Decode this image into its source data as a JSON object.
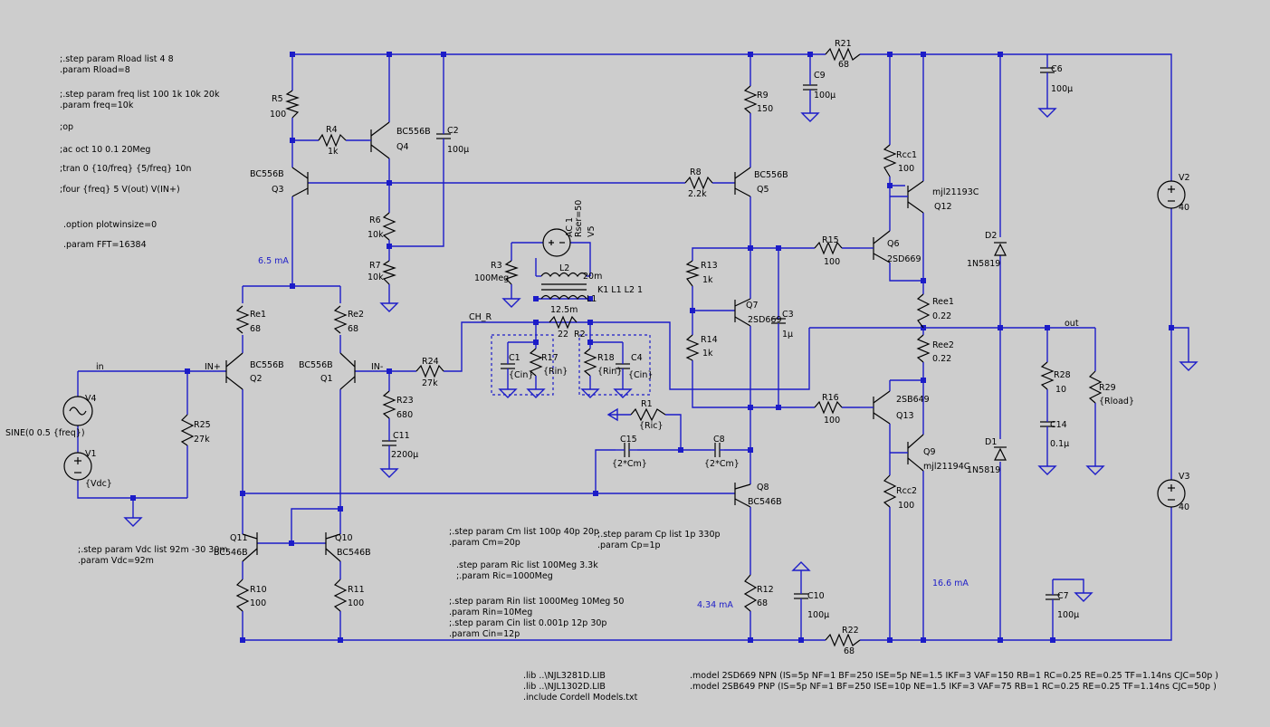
{
  "directives": {
    "step_rload": ";.step param Rload list 4 8",
    "param_rload": ".param Rload=8",
    "step_freq": ";.step param freq list 100 1k 10k 20k",
    "param_freq": ".param freq=10k",
    "op": ";op",
    "ac": ";ac oct 10 0.1 20Meg",
    "tran": ";tran 0 {10/freq} {5/freq} 10n",
    "four": ";four {freq} 5 V(out) V(IN+)",
    "option": ".option plotwinsize=0",
    "fft": ".param FFT=16384",
    "step_vdc": ";.step param Vdc list 92m -30 30m",
    "param_vdc": ".param Vdc=92m",
    "step_cm": ";.step param Cm list 100p 40p 20p",
    "param_cm": ".param Cm=20p",
    "step_cp": ";.step param Cp list 1p 330p",
    "param_cp": ".param Cp=1p",
    "step_ric": ".step param Ric list 100Meg 3.3k",
    "param_ric": ";.param Ric=1000Meg",
    "step_rin": ";.step param Rin list 1000Meg 10Meg 50",
    "param_rin": ".param Rin=10Meg",
    "step_cin": ";.step param Cin list 0.001p 12p 30p",
    "param_cin": ".param Cin=12p",
    "lib1": ".lib ..\\NJL3281D.LIB",
    "lib2": ".lib ..\\NJL1302D.LIB",
    "include": ".include Cordell Models.txt",
    "model_npn": ".model 2SD669 NPN (IS=5p NF=1 BF=250 ISE=5p NE=1.5 IKF=3 VAF=150 RB=1 RC=0.25 RE=0.25 TF=1.14ns CJC=50p )",
    "model_pnp": ".model 2SB649 PNP (IS=5p NF=1 BF=250 ISE=10p NE=1.5 IKF=3 VAF=75 RB=1 RC=0.25 RE=0.25 TF=1.14ns CJC=50p )",
    "kcoupling": "K1 L1 L2 1"
  },
  "currents": {
    "q3": "6.5 mA",
    "q8": "4.34 mA",
    "q9": "16.6 mA"
  },
  "nets": {
    "in": "in",
    "in_plus": "IN+",
    "in_minus": "IN-",
    "ch_r": "CH_R",
    "out": "out"
  },
  "components": {
    "R5": {
      "name": "R5",
      "value": "100"
    },
    "R4": {
      "name": "R4",
      "value": "1k"
    },
    "Q4": {
      "name": "Q4",
      "type": "BC556B"
    },
    "C2": {
      "name": "C2",
      "value": "100µ"
    },
    "Q3": {
      "name": "Q3",
      "type": "BC556B"
    },
    "R6": {
      "name": "R6",
      "value": "10k"
    },
    "R7": {
      "name": "R7",
      "value": "10k"
    },
    "R9": {
      "name": "R9",
      "value": "150"
    },
    "C9": {
      "name": "C9",
      "value": "100µ"
    },
    "R21": {
      "name": "R21",
      "value": "68"
    },
    "C6": {
      "name": "C6",
      "value": "100µ"
    },
    "R8": {
      "name": "R8",
      "value": "2.2k"
    },
    "Q5": {
      "name": "Q5",
      "type": "BC556B"
    },
    "Rcc1": {
      "name": "Rcc1",
      "value": "100"
    },
    "Q12": {
      "name": "Q12",
      "type": "mjl21193C"
    },
    "V2": {
      "name": "V2",
      "value": "40"
    },
    "V5": {
      "name": "V5",
      "value": "AC 1",
      "extra": "Rser=50"
    },
    "R3": {
      "name": "R3",
      "value": "100Meg"
    },
    "L2": {
      "name": "L2",
      "value": "20m"
    },
    "L1": {
      "name": "L1",
      "value": "12.5m"
    },
    "R2": {
      "name": "R2",
      "value": "22"
    },
    "C1": {
      "name": "C1",
      "value": "{Cin}"
    },
    "R17": {
      "name": "R17",
      "value": "{Rin}"
    },
    "R18": {
      "name": "R18",
      "value": "{Rin}"
    },
    "C4": {
      "name": "C4",
      "value": "{Cin}"
    },
    "R13": {
      "name": "R13",
      "value": "1k"
    },
    "R14": {
      "name": "R14",
      "value": "1k"
    },
    "Q7": {
      "name": "Q7",
      "type": "2SD669"
    },
    "C3": {
      "name": "C3",
      "value": "1µ"
    },
    "R15": {
      "name": "R15",
      "value": "100"
    },
    "Q6": {
      "name": "Q6",
      "type": "2SD669"
    },
    "Ree1": {
      "name": "Ree1",
      "value": "0.22"
    },
    "Ree2": {
      "name": "Ree2",
      "value": "0.22"
    },
    "D2": {
      "name": "D2",
      "value": "1N5819"
    },
    "D1": {
      "name": "D1",
      "value": "1N5819"
    },
    "R28": {
      "name": "R28",
      "value": "10"
    },
    "R29": {
      "name": "R29",
      "value": "{Rload}"
    },
    "C14": {
      "name": "C14",
      "value": "0.1µ"
    },
    "Re1": {
      "name": "Re1",
      "value": "68"
    },
    "Re2": {
      "name": "Re2",
      "value": "68"
    },
    "Q2": {
      "name": "Q2",
      "type": "BC556B"
    },
    "Q1": {
      "name": "Q1",
      "type": "BC556B"
    },
    "R24": {
      "name": "R24",
      "value": "27k"
    },
    "R23": {
      "name": "R23",
      "value": "680"
    },
    "C11": {
      "name": "C11",
      "value": "2200µ"
    },
    "V4": {
      "name": "V4",
      "value": "SINE(0 0.5 {freq})"
    },
    "V1": {
      "name": "V1",
      "value": "{Vdc}"
    },
    "R25": {
      "name": "R25",
      "value": "27k"
    },
    "R1": {
      "name": "R1",
      "value": "{Ric}"
    },
    "C15": {
      "name": "C15",
      "value": "{2*Cm}"
    },
    "C8": {
      "name": "C8",
      "value": "{2*Cm}"
    },
    "R16": {
      "name": "R16",
      "value": "100"
    },
    "Q13": {
      "name": "Q13",
      "type": "2SB649"
    },
    "Q9": {
      "name": "Q9",
      "type": "mjl21194C"
    },
    "Rcc2": {
      "name": "Rcc2",
      "value": "100"
    },
    "V3": {
      "name": "V3",
      "value": "40"
    },
    "Q8": {
      "name": "Q8",
      "type": "BC546B"
    },
    "Q11": {
      "name": "Q11",
      "type": "BC546B"
    },
    "Q10": {
      "name": "Q10",
      "type": "BC546B"
    },
    "R10": {
      "name": "R10",
      "value": "100"
    },
    "R11": {
      "name": "R11",
      "value": "100"
    },
    "R12": {
      "name": "R12",
      "value": "68"
    },
    "C10": {
      "name": "C10",
      "value": "100µ"
    },
    "R22": {
      "name": "R22",
      "value": "68"
    },
    "C7": {
      "name": "C7",
      "value": "100µ"
    }
  }
}
